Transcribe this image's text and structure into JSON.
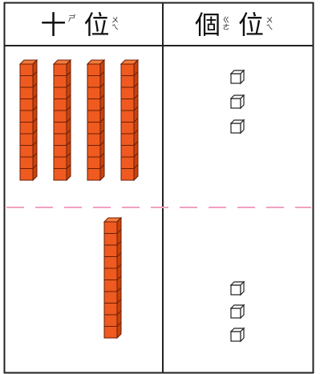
{
  "table": {
    "tens_header": {
      "parts": [
        {
          "char": "十",
          "zhuyin": [
            "ㄕ",
            "ˊ"
          ]
        },
        {
          "char": "位",
          "zhuyin": [
            "ㄨ",
            "ㄟ"
          ]
        }
      ]
    },
    "ones_header": {
      "parts": [
        {
          "char": "個",
          "zhuyin": [
            "ㄍ",
            "ㄜ"
          ]
        },
        {
          "char": "位",
          "zhuyin": [
            "ㄨ",
            "ㄟ"
          ]
        }
      ]
    }
  },
  "rows": {
    "top": {
      "tens_rods": 4,
      "ones_cubes": 3
    },
    "bottom": {
      "tens_rods": 1,
      "ones_cubes": 3
    }
  },
  "colors": {
    "rod_fill": "#ee5a1f",
    "rod_stroke": "#6b1e05",
    "cube_stroke": "#222222",
    "divider_dash": "#f2a0c4",
    "grid_line": "#222222"
  }
}
